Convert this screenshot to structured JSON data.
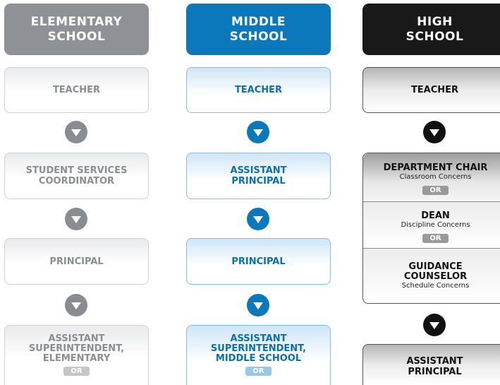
{
  "columns": {
    "elementary": {
      "header": [
        "ELEMENTARY",
        "SCHOOL"
      ],
      "steps": [
        {
          "label": "TEACHER"
        },
        {
          "label": [
            "STUDENT SERVICES",
            "COORDINATOR"
          ]
        },
        {
          "label": "PRINCIPAL"
        },
        {
          "label": [
            "ASSISTANT",
            "SUPERINTENDENT,",
            "ELEMENTARY"
          ],
          "connector": "OR"
        }
      ]
    },
    "middle": {
      "header": [
        "MIDDLE",
        "SCHOOL"
      ],
      "steps": [
        {
          "label": "TEACHER"
        },
        {
          "label": [
            "ASSISTANT",
            "PRINCIPAL"
          ]
        },
        {
          "label": "PRINCIPAL"
        },
        {
          "label": [
            "ASSISTANT",
            "SUPERINTENDENT,",
            "MIDDLE SCHOOL"
          ],
          "connector": "OR"
        }
      ]
    },
    "high": {
      "header": [
        "HIGH",
        "SCHOOL"
      ],
      "steps": [
        {
          "label": "TEACHER"
        },
        {
          "options": [
            {
              "title": "DEPARTMENT CHAIR",
              "note": "Classroom Concerns"
            },
            {
              "title": "DEAN",
              "note": "Discipline Concerns"
            },
            {
              "title": [
                "GUIDANCE",
                "COUNSELOR"
              ],
              "note": "Schedule Concerns"
            }
          ],
          "connector": "OR"
        },
        {
          "label": [
            "ASSISTANT",
            "PRINCIPAL"
          ]
        }
      ]
    }
  },
  "colors": {
    "elementary": "#8e9196",
    "middle": "#0a78bb",
    "high": "#191919"
  },
  "icons": {
    "step_arrow": "chevron-down-circle-icon"
  }
}
